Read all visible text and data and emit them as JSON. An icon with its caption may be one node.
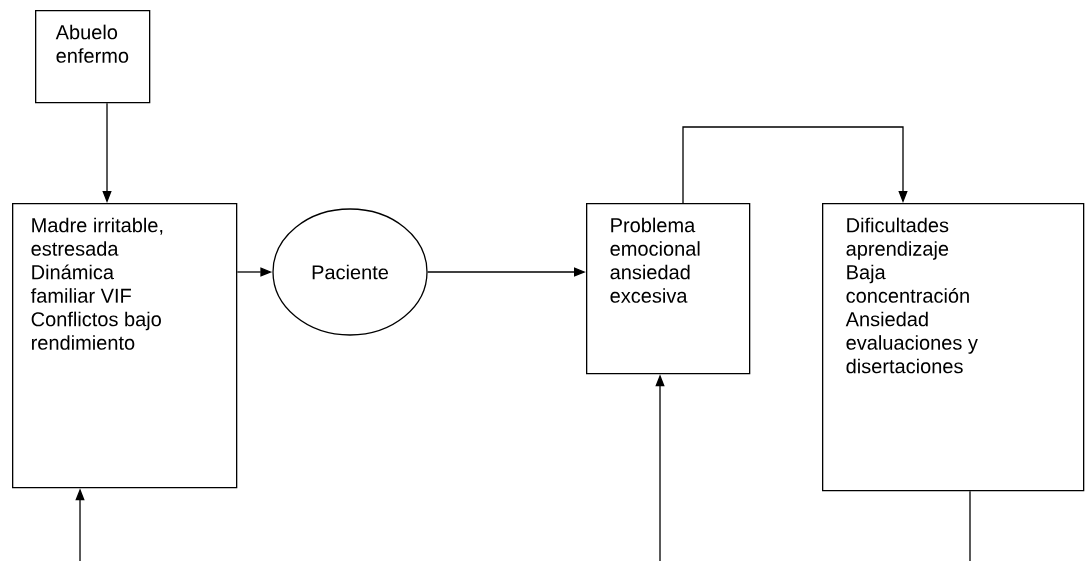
{
  "diagram": {
    "nodes": [
      {
        "text": [
          "Abuelo enfermo"
        ]
      },
      {
        "text": [
          "Madre irritable, estresada",
          "Dinámica familiar VIF",
          "Conflictos bajo rendimiento"
        ]
      },
      {
        "text": [
          "Paciente"
        ]
      },
      {
        "text": [
          "Problema emocional ansiedad excesiva"
        ]
      },
      {
        "text": [
          "Dificultades aprendizaje",
          "Baja concentración",
          "Ansiedad evaluaciones y disertaciones"
        ]
      }
    ],
    "edges": [
      {
        "from": 0,
        "to": 1,
        "arrow": "to"
      },
      {
        "from": 1,
        "to": 2,
        "arrow": "to"
      },
      {
        "from": 2,
        "to": 3,
        "arrow": "to"
      },
      {
        "from": 3,
        "to": 4,
        "arrow": "to"
      },
      {
        "from": null,
        "to": 1,
        "arrow": "to"
      },
      {
        "from": null,
        "to": 3,
        "arrow": "to"
      },
      {
        "from": 4,
        "to": null,
        "arrow": "none"
      }
    ]
  }
}
